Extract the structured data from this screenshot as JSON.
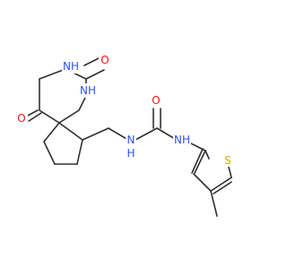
{
  "molecule": {
    "colors": {
      "bond": "#303030",
      "nitrogen": "#3050f8",
      "oxygen": "#ff0d0d",
      "sulfur": "#c8b400"
    },
    "atoms": {
      "o_top": "O",
      "nh_imide": "NH",
      "o_left": "O",
      "nh_ring": "NH",
      "n_amide_left": "N",
      "h_amide_left": "H",
      "o_urea": "O",
      "nh_amide_right": "NH",
      "s_thiophene": "S"
    }
  }
}
